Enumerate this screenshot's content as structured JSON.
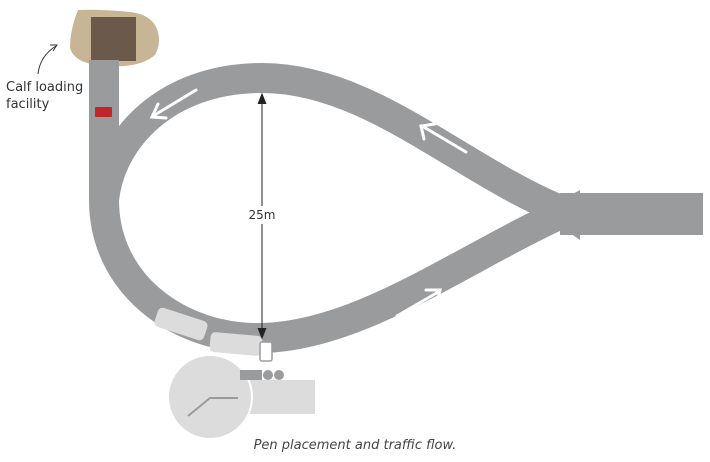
{
  "diagram": {
    "loading_label_line1": "Calf loading",
    "loading_label_line2": "facility",
    "dimension_label": "25m",
    "caption": "Pen placement and traffic flow."
  },
  "colors": {
    "road": "#9a9b9d",
    "arrow": "#ffffff",
    "loading_ground": "#c8b596",
    "loading_building": "#6b5a49",
    "loading_ramp": "#dcdcdc",
    "truck_cab_red": "#c0272d",
    "pen": "#dcdcdc",
    "pen_line": "#9a9b9d",
    "dimension_line": "#222222"
  }
}
